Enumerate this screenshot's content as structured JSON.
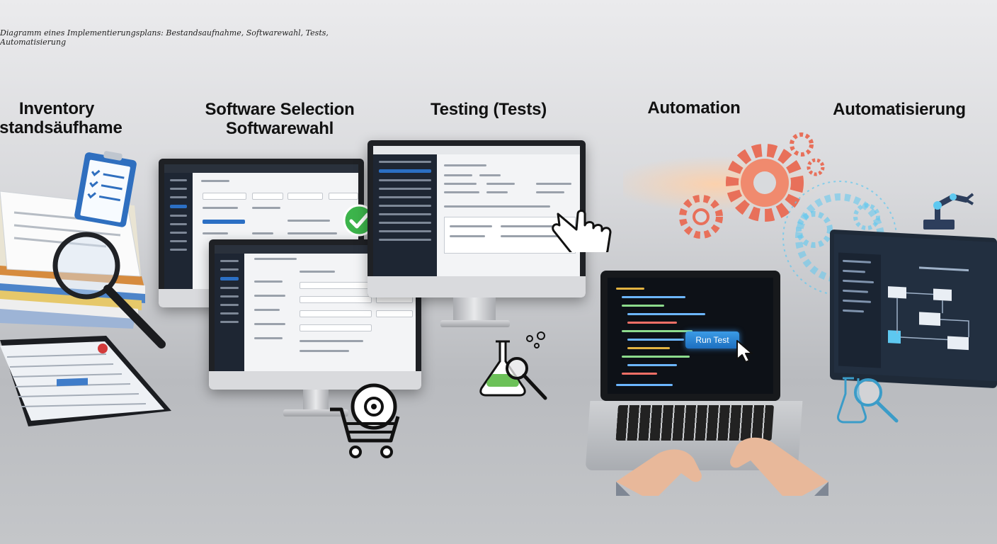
{
  "caption": "Diagramm eines Implementierungsplans: Bestandsaufnahme, Softwarewahl, Tests, Automatisierung",
  "steps": {
    "inventory": {
      "title": "Inventory",
      "subtitle": "estandsäufhame"
    },
    "software": {
      "title": "Software Selection",
      "subtitle": "Softwarewahl"
    },
    "testing": {
      "title": "Testing (Tests)"
    },
    "automation": {
      "title": "Automation"
    },
    "automatisierung": {
      "title": "Automatisierung"
    }
  },
  "laptop": {
    "run_button_label": "Run Test"
  },
  "colors": {
    "background": "#d4d5d8",
    "accent_blue": "#2b6fc4",
    "check_green": "#3cb44b",
    "gear_orange": "#e8705a",
    "glow_cyan": "#5ec8f0"
  },
  "icons": [
    "clipboard-icon",
    "magnifier-icon",
    "checkmark-icon",
    "pointer-hand-icon",
    "flask-icon",
    "shopping-cart-icon",
    "disc-icon",
    "gear-icon",
    "robot-arm-icon",
    "cursor-icon"
  ]
}
